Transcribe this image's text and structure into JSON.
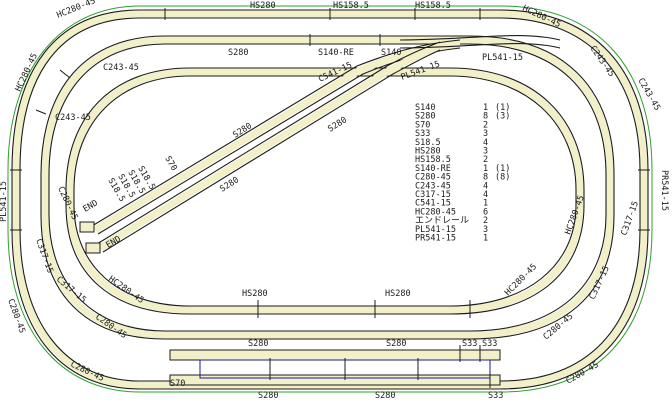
{
  "track_labels": {
    "hs280_top": "HS280",
    "hs158_top_1": "HS158.5",
    "hs158_top_2": "HS158.5",
    "hc280_tl": "HC280-45",
    "hc280_tr": "HC280-45",
    "hc280_left": "HC280-45",
    "s280_inner_top": "S280",
    "s140re": "S140-RE",
    "s140": "S140",
    "pl541_top": "PL541-15",
    "c243_tl": "C243-45",
    "c243_left": "C243-45",
    "c243_tr": "C243-45",
    "c243_right": "C243-45",
    "c541": "C541-15",
    "pl541_spur": "PL541-15",
    "s280_spur1": "S280",
    "s280_spur2": "S280",
    "s280_spur3": "S280",
    "s70_spur": "S70",
    "s18_1": "S18.5",
    "s18_2": "S18.5",
    "s18_3": "S18.5",
    "s18_4": "S18.5",
    "c280_spur": "C280-45",
    "end_1": "END",
    "end_2": "END",
    "pl541_left": "PL541-15",
    "pr541_right": "PR541-15",
    "c317_l1": "C317-15",
    "c317_l2": "C317-15",
    "c317_r1": "C317-15",
    "c317_r2": "C317-15",
    "c280_l1": "C280-45",
    "c280_l2": "C280-45",
    "c280_l3": "C280-45",
    "c280_r1": "C280-45",
    "c280_r2": "C280-45",
    "hc280_br": "HC280-45",
    "hc280_bl": "HC280-45",
    "hc280_right": "HC280-45",
    "hs280_bot_1": "HS280",
    "hs280_bot_2": "HS280",
    "s280_b1": "S280",
    "s280_b2": "S280",
    "s33_b1": "S33",
    "s33_b2": "S33",
    "s70_bot": "S70",
    "s280_b3": "S280",
    "s280_b4": "S280",
    "s33_b3": "S33"
  },
  "parts_list": [
    {
      "name": "S140",
      "qty": "1",
      "extra": "(1)"
    },
    {
      "name": "S280",
      "qty": "8",
      "extra": "(3)"
    },
    {
      "name": "S70",
      "qty": "2",
      "extra": ""
    },
    {
      "name": "S33",
      "qty": "3",
      "extra": ""
    },
    {
      "name": "S18.5",
      "qty": "4",
      "extra": ""
    },
    {
      "name": "HS280",
      "qty": "3",
      "extra": ""
    },
    {
      "name": "HS158.5",
      "qty": "2",
      "extra": ""
    },
    {
      "name": "S140-RE",
      "qty": "1",
      "extra": "(1)"
    },
    {
      "name": "C280-45",
      "qty": "8",
      "extra": "(8)"
    },
    {
      "name": "C243-45",
      "qty": "4",
      "extra": ""
    },
    {
      "name": "C317-15",
      "qty": "4",
      "extra": ""
    },
    {
      "name": "C541-15",
      "qty": "1",
      "extra": ""
    },
    {
      "name": "HC280-45",
      "qty": "6",
      "extra": ""
    },
    {
      "name": "エンドレール",
      "qty": "2",
      "extra": ""
    },
    {
      "name": "PL541-15",
      "qty": "3",
      "extra": ""
    },
    {
      "name": "PR541-15",
      "qty": "1",
      "extra": ""
    }
  ],
  "colors": {
    "rail": "#1c1c1c",
    "bed": "#f2f0c8",
    "accent_green": "#2ea02e",
    "bridge_blue": "#1a1aa0"
  }
}
